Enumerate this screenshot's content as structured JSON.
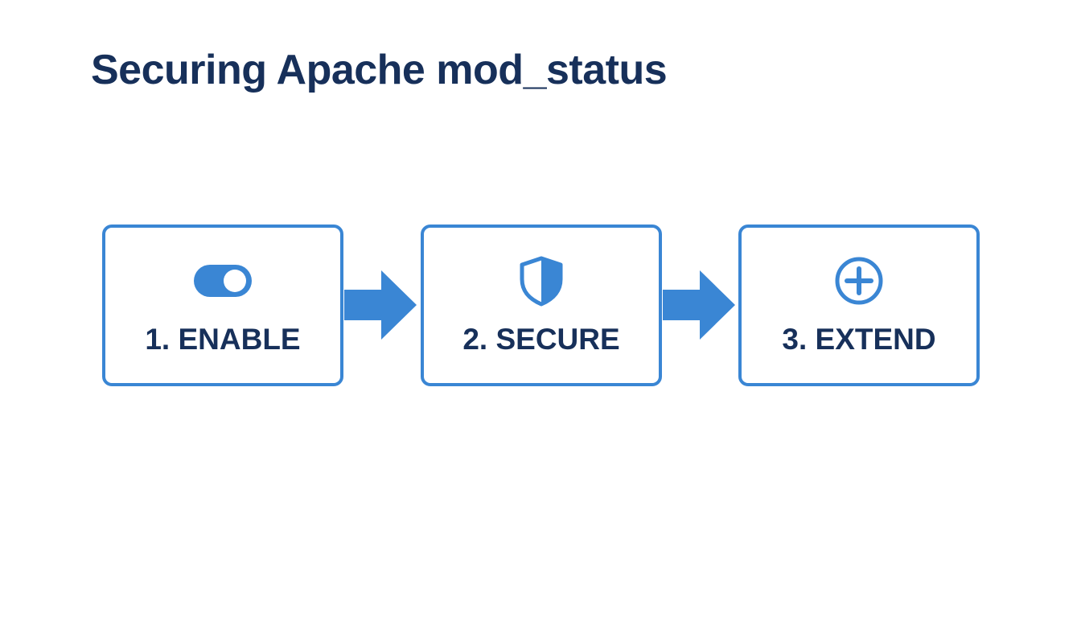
{
  "title": "Securing Apache mod_status",
  "colors": {
    "accent": "#3a86d4",
    "text": "#17305a",
    "background": "#ffffff"
  },
  "steps": [
    {
      "label": "1. ENABLE",
      "icon": "toggle-switch-icon"
    },
    {
      "label": "2. SECURE",
      "icon": "shield-icon"
    },
    {
      "label": "3. EXTEND",
      "icon": "plus-circle-icon"
    }
  ],
  "connectors": [
    "arrow-right-icon",
    "arrow-right-icon"
  ]
}
